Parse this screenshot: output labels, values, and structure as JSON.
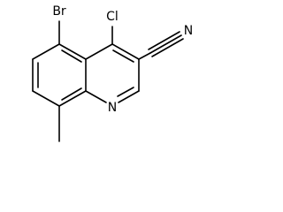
{
  "molecule": {
    "atoms": {
      "br": "Br",
      "cl": "Cl",
      "n_nitrile": "N",
      "n_ring": "N"
    }
  },
  "colors": {
    "bond": "#000000",
    "background": "#ffffff"
  }
}
